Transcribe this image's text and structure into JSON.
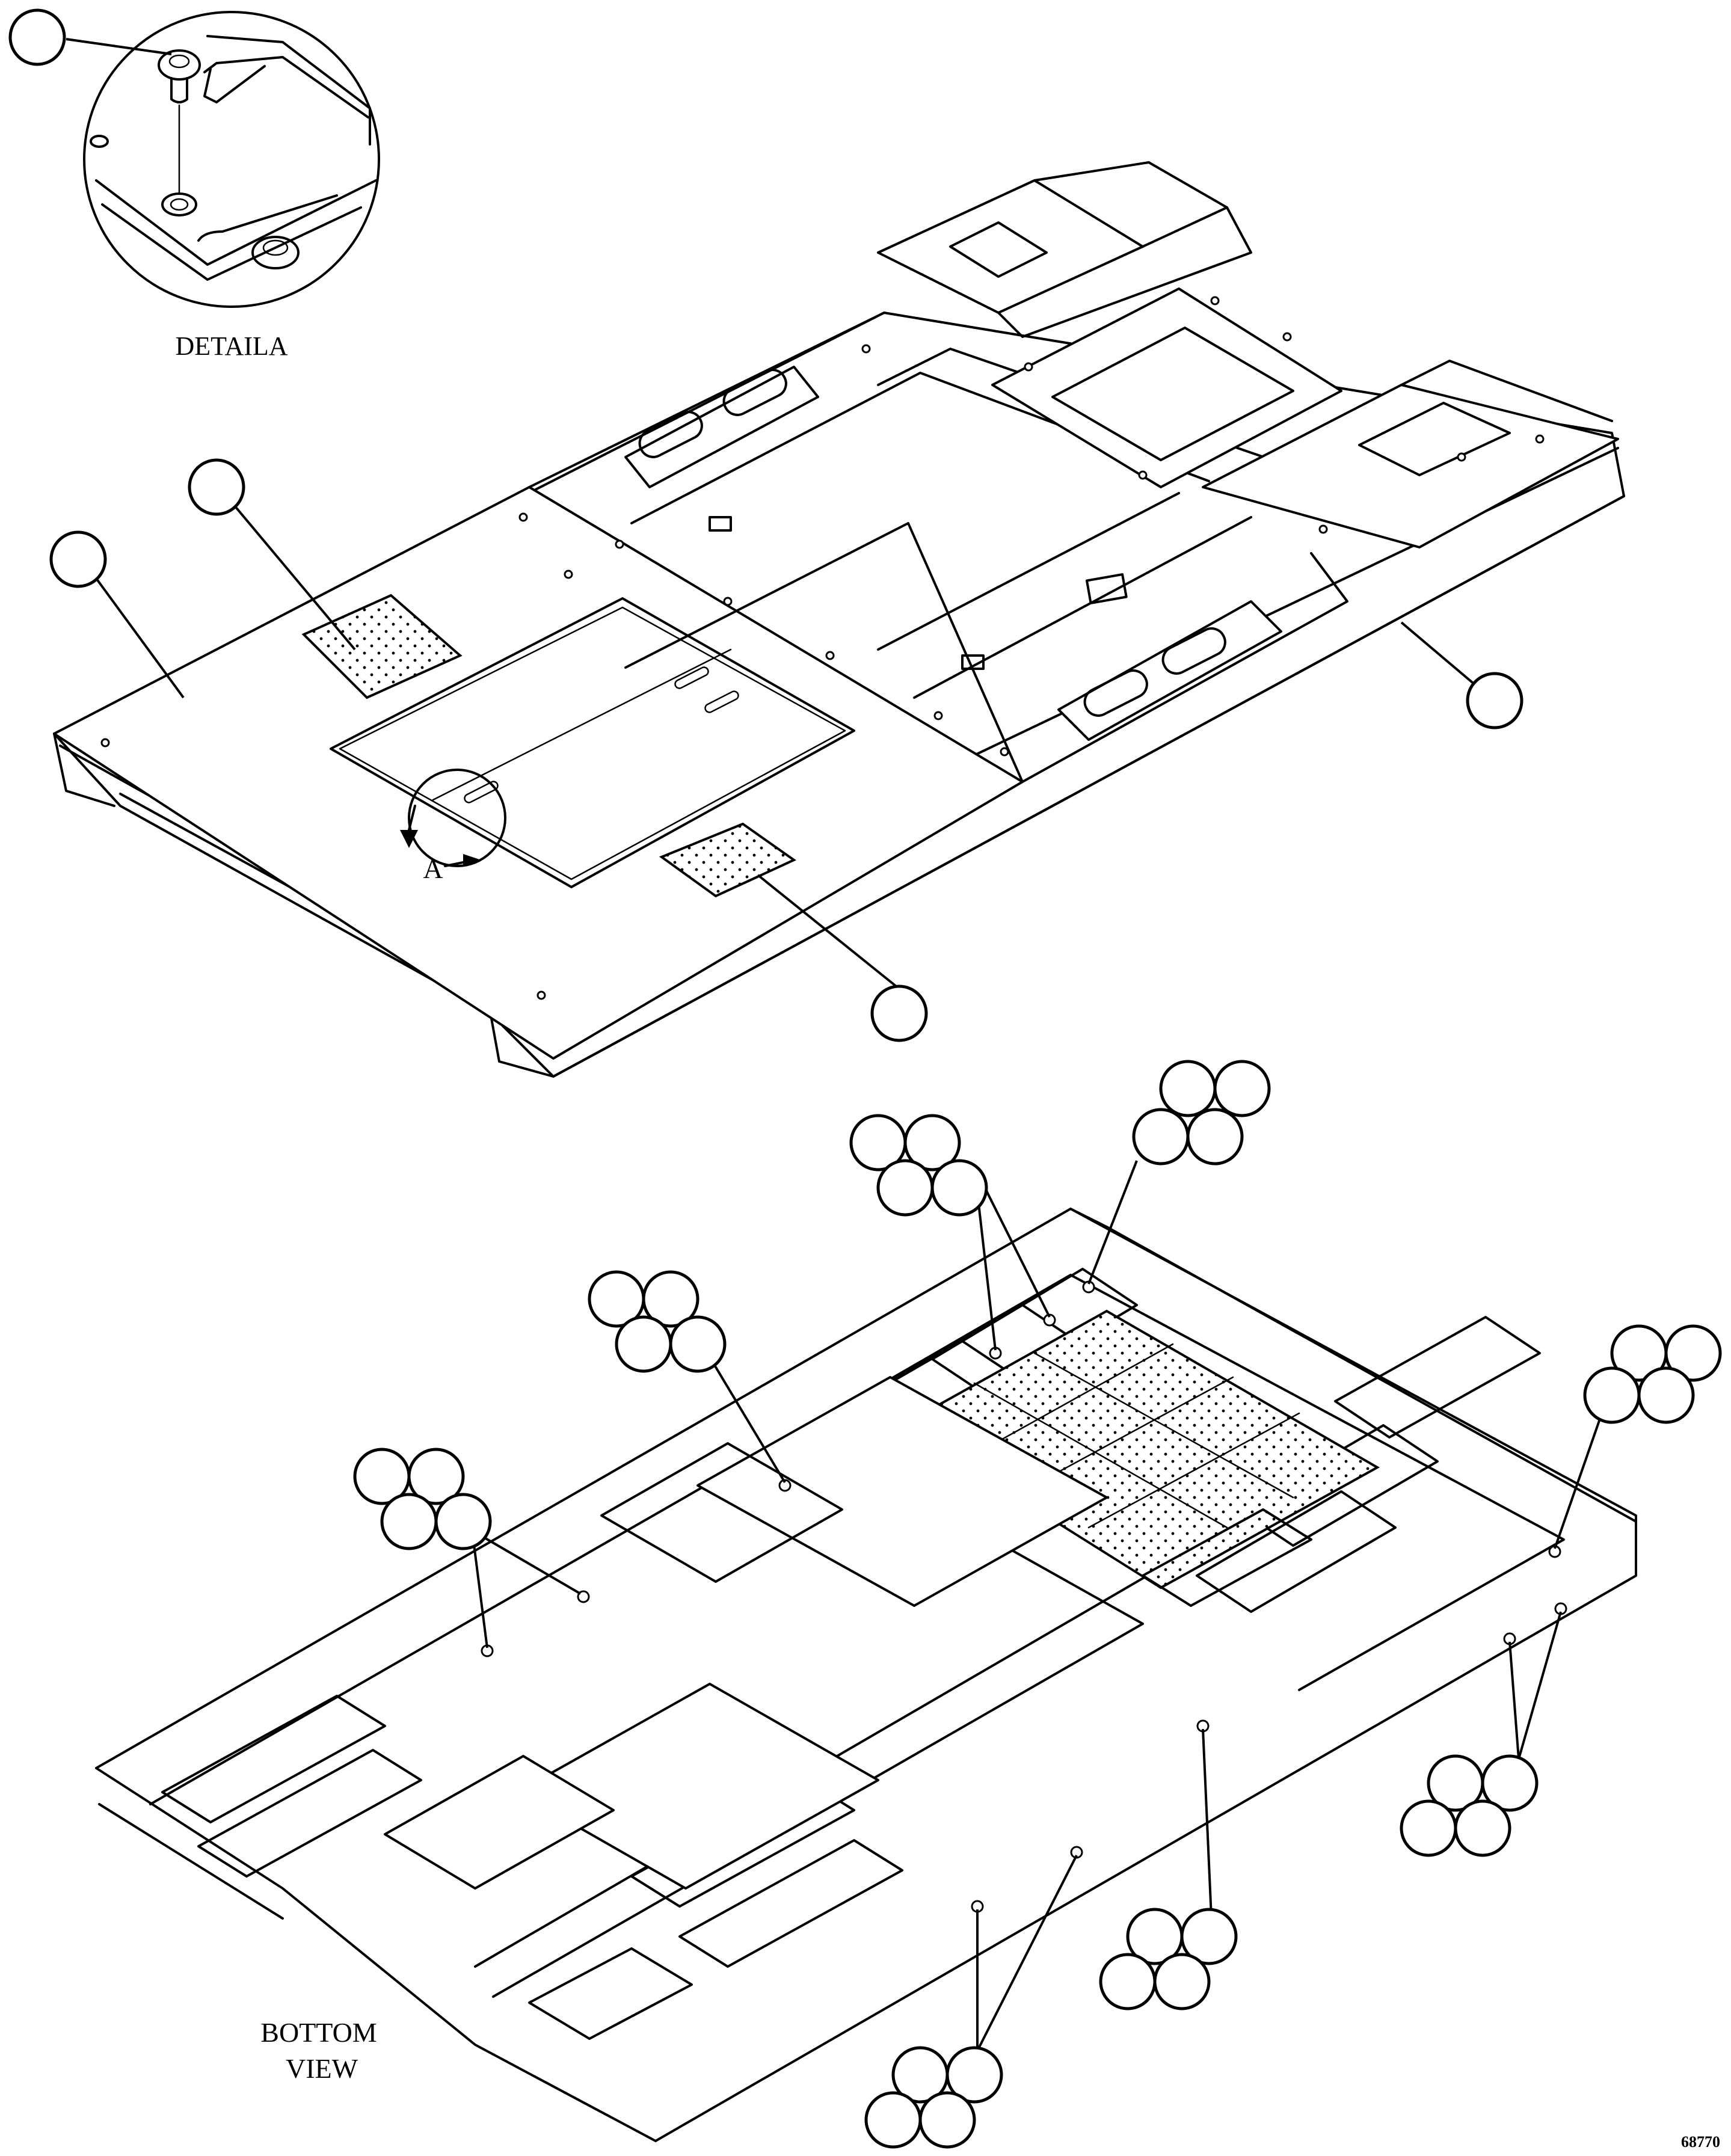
{
  "labels": {
    "detail_a": "DETAILA",
    "section_marker": "A",
    "bottom_view_line1": "BOTTOM",
    "bottom_view_line2": "VIEW",
    "drawing_number": "68770"
  },
  "callout_groups": {
    "detail_a_fastener": 1,
    "top_panel_left": 1,
    "top_perforated_cover_left": 1,
    "top_assembly_right": 1,
    "top_perforated_cover_center": 1,
    "bottom_fastener_groups_of_four": 8
  }
}
